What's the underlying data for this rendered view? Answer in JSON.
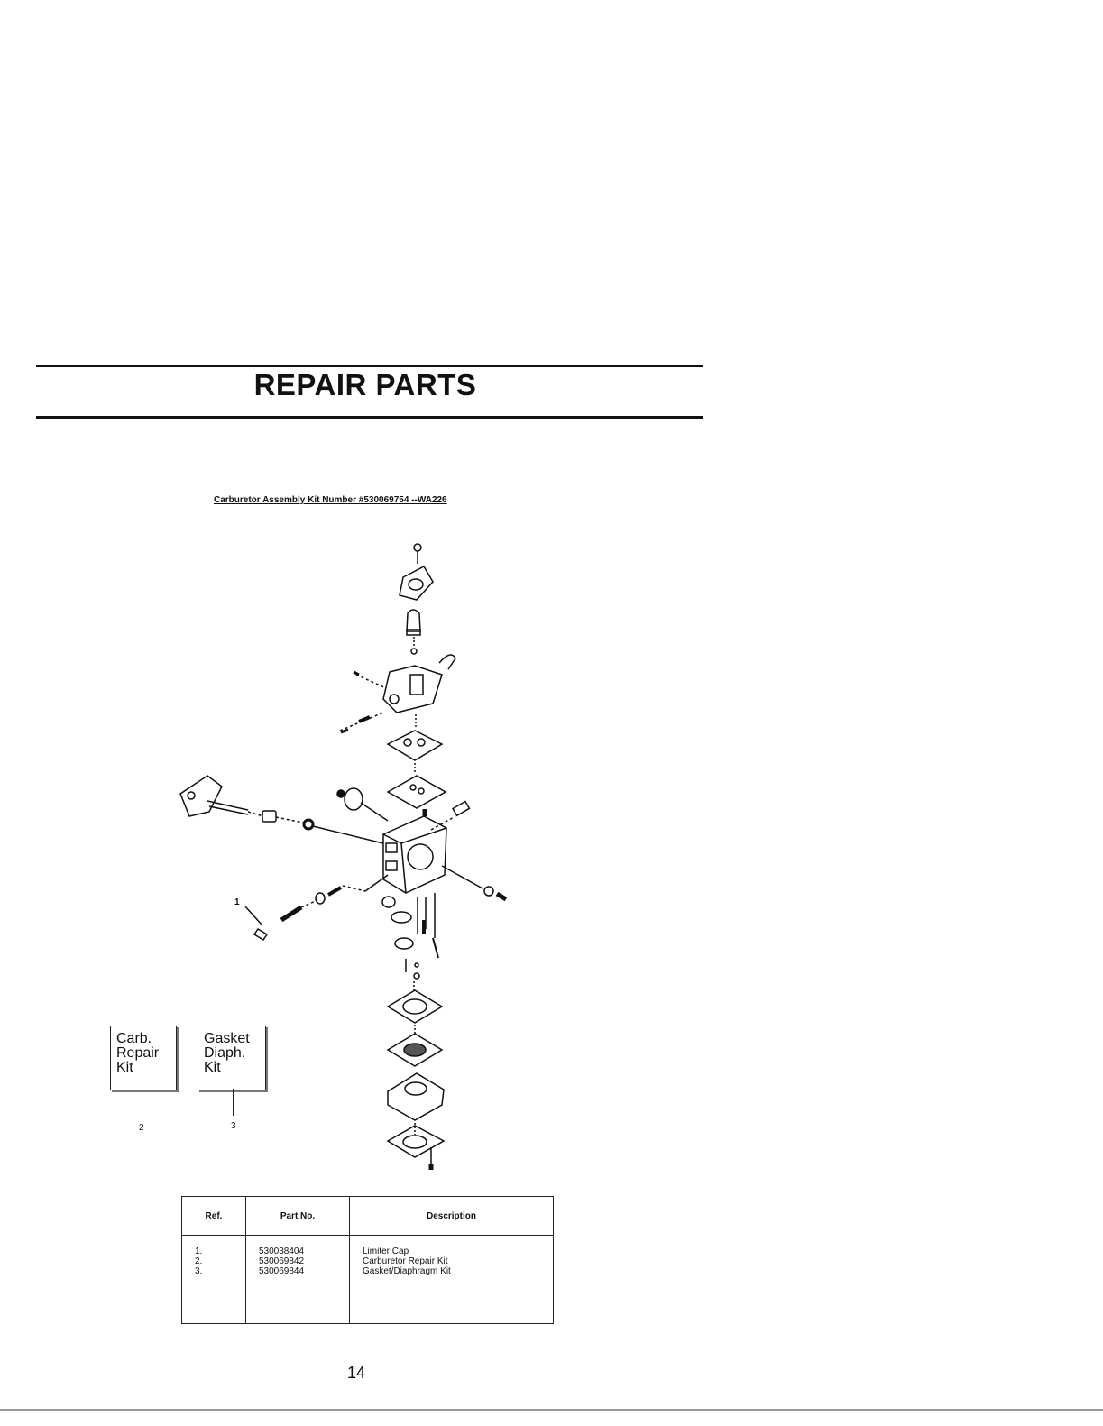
{
  "header": {
    "title": "REPAIR PARTS"
  },
  "diagram": {
    "subtitle": "Carburetor Assembly Kit Number #530069754 --WA226",
    "callout_1": "1",
    "kits": [
      {
        "label": "Carb.\nRepair\nKit",
        "ref": "2"
      },
      {
        "label": "Gasket\nDiaph.\nKit",
        "ref": "3"
      }
    ]
  },
  "parts_table": {
    "headers": {
      "ref": "Ref.",
      "part_no": "Part No.",
      "description": "Description"
    },
    "rows": [
      {
        "ref": "1.",
        "part_no": "530038404",
        "description": "Limiter Cap"
      },
      {
        "ref": "2.",
        "part_no": "530069842",
        "description": "Carburetor Repair Kit"
      },
      {
        "ref": "3.",
        "part_no": "530069844",
        "description": "Gasket/Diaphragm Kit"
      }
    ]
  },
  "footer": {
    "page_number": "14"
  }
}
